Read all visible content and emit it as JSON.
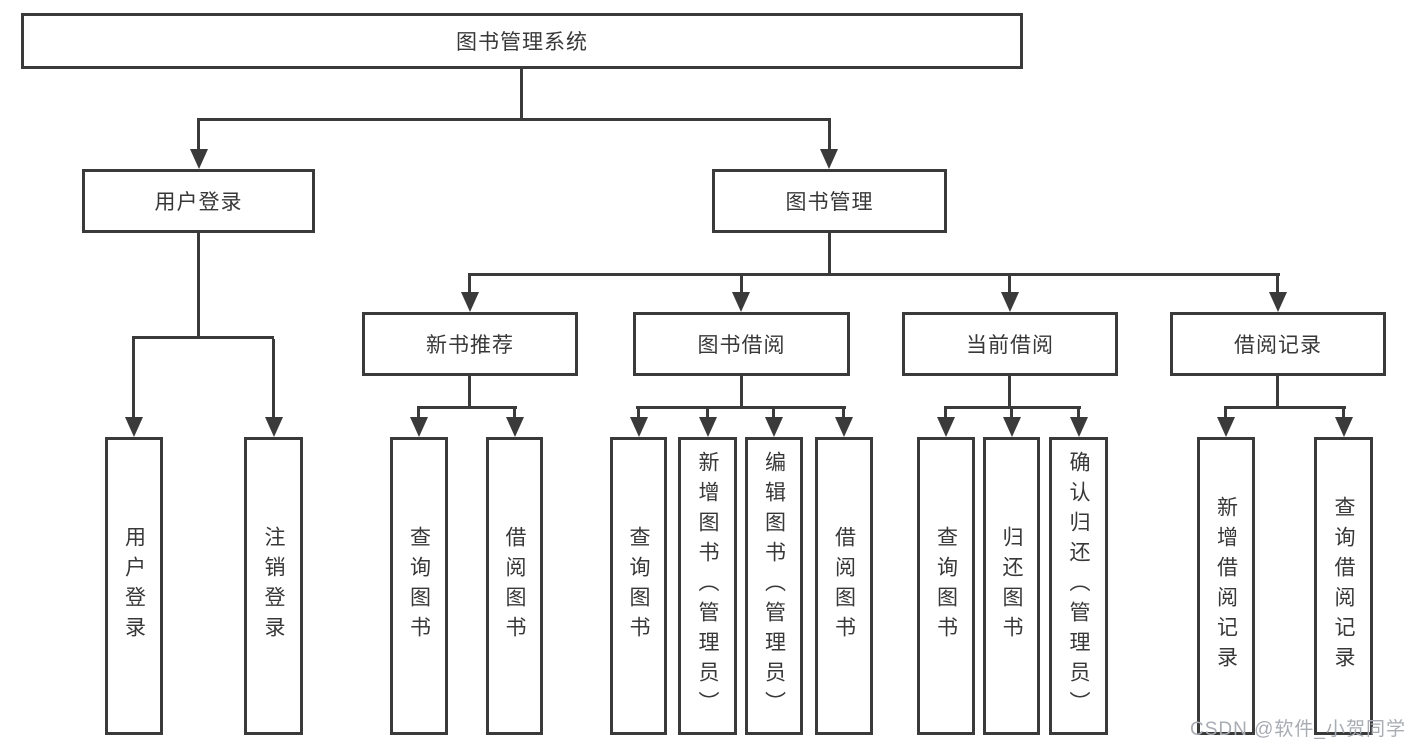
{
  "diagram": {
    "root": "图书管理系统",
    "level2": [
      "用户登录",
      "图书管理"
    ],
    "level3": [
      "新书推荐",
      "图书借阅",
      "当前借阅",
      "借阅记录"
    ],
    "leaves": {
      "user_login": [
        "用户登录",
        "注销登录"
      ],
      "new_book": [
        "查询图书",
        "借阅图书"
      ],
      "book_borrow": [
        "查询图书",
        "新增图书（管理员）",
        "编辑图书（管理员）",
        "借阅图书"
      ],
      "current_borrow": [
        "查询图书",
        "归还图书",
        "确认归还（管理员）"
      ],
      "borrow_record": [
        "新增借阅记录",
        "查询借阅记录"
      ]
    }
  },
  "watermark": {
    "text": "CSDN @软件_小贺同学",
    "color": "#a8acb3"
  },
  "colors": {
    "line": "#3a3a3a",
    "text": "#383838",
    "background": "#ffffff"
  }
}
